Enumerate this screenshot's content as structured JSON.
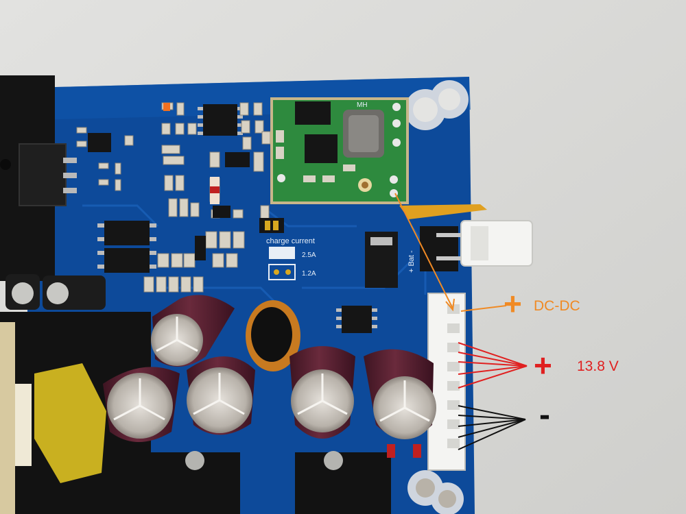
{
  "colors": {
    "background": "#d8d8d6",
    "pcb": "#0d4a9a",
    "dcdc_annotation": "#f08a24",
    "positive_annotation": "#e02020",
    "negative_annotation": "#111111",
    "dcdc_module": "#2e8a3e",
    "capacitor_sleeve": "#5a2232"
  },
  "icons": {
    "plus": "plus-sign",
    "minus": "minus-sign"
  },
  "annotations": {
    "dcdc_plus": "+",
    "dcdc_label": "DC-DC",
    "voltage_plus": "+",
    "voltage_label": "13.8 V",
    "ground_minus": "-"
  },
  "board_labels": {
    "charge_current": "charge current",
    "option_high": "2.5A",
    "option_low": "1.2A",
    "battery": "+ Bat -",
    "module_mark": "MH"
  }
}
